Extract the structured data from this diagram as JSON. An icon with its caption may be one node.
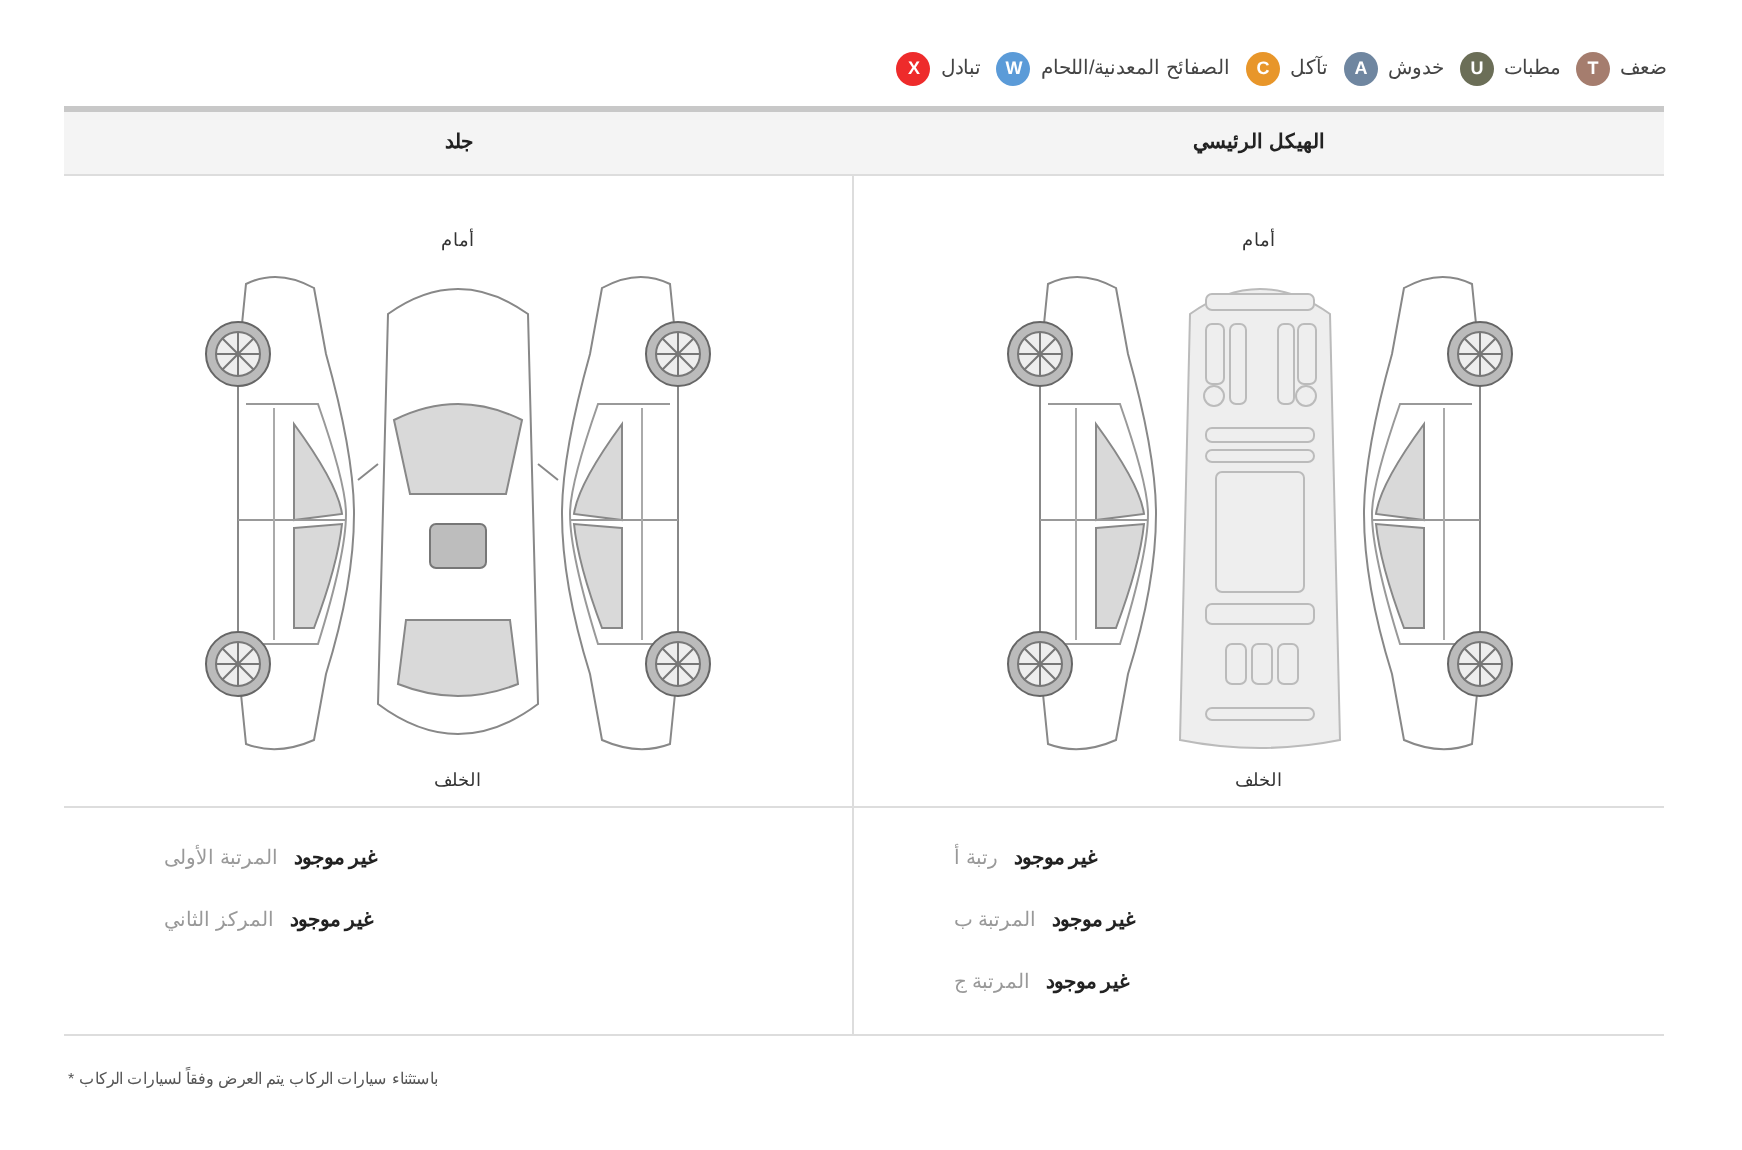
{
  "diagram": {
    "labels": [
      "T",
      "U",
      "A",
      "C",
      "W",
      "X",
      "الهيكل الرئيسي",
      "جلد",
      "أمام",
      "الخلف",
      "أمام",
      "الخلف",
      "غير موجود",
      "رتبة أ",
      "غير موجود",
      "المرتبة ب",
      "غير موجود",
      "المرتبة ج",
      "غير موجود",
      "المرتبة الأولى",
      "غير موجود",
      "المركز الثاني",
      "باستثناء سيارات الركاب يتم العرض وفقاً لسيارات الركاب *"
    ],
    "legend": [
      {
        "text": "ضعف",
        "color": "#a57d6e"
      },
      {
        "text": "مطبات",
        "color": "#6b6e57"
      },
      {
        "text": "خدوش",
        "color": "#6f86a0"
      },
      {
        "text": "تآكل",
        "color": "#e8962a"
      },
      {
        "text": "الصفائح المعدنية/اللحام",
        "color": "#5b9bd8"
      },
      {
        "text": "تبادل",
        "color": "#ee2b2b"
      }
    ]
  }
}
